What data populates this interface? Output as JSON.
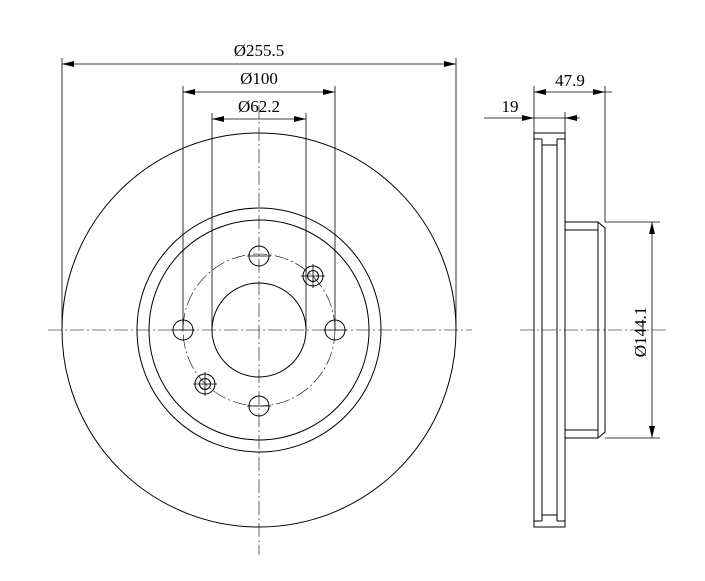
{
  "dimensions": {
    "outer_diameter": "Ø255.5",
    "pcd_diameter": "Ø100",
    "center_bore_diameter": "Ø62.2",
    "overall_height": "47.9",
    "disc_thickness": "19",
    "hat_diameter": "Ø144.1"
  }
}
